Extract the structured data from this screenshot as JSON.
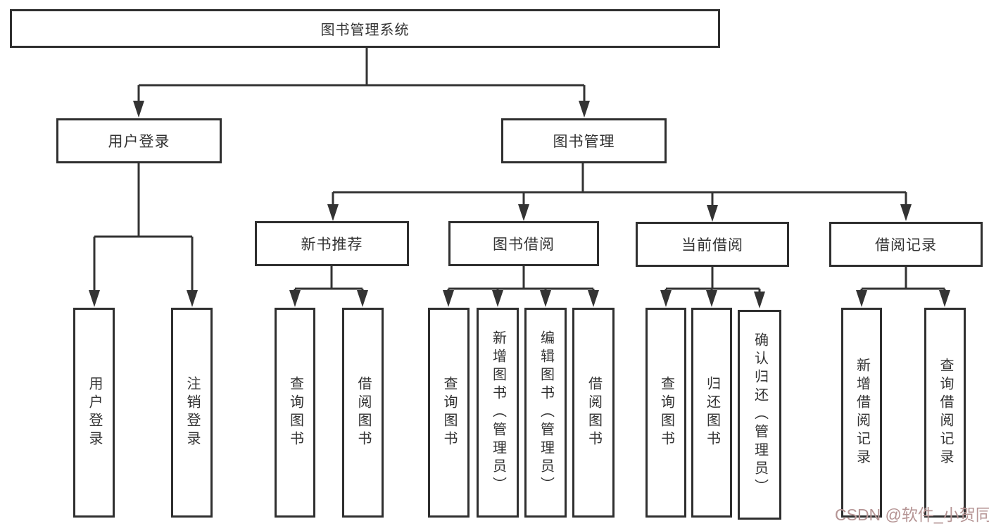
{
  "tree": {
    "root": {
      "label": "图书管理系统"
    },
    "branches": [
      {
        "label": "用户登录",
        "children": [
          {
            "label": "用户登录"
          },
          {
            "label": "注销登录"
          }
        ]
      },
      {
        "label": "图书管理",
        "children": [
          {
            "label": "新书推荐",
            "children": [
              {
                "label": "查询图书"
              },
              {
                "label": "借阅图书"
              }
            ]
          },
          {
            "label": "图书借阅",
            "children": [
              {
                "label": "查询图书"
              },
              {
                "label": "新增图书（管理员）"
              },
              {
                "label": "编辑图书（管理员）"
              },
              {
                "label": "借阅图书"
              }
            ]
          },
          {
            "label": "当前借阅",
            "children": [
              {
                "label": "查询图书"
              },
              {
                "label": "归还图书"
              },
              {
                "label": "确认归还（管理员）"
              }
            ]
          },
          {
            "label": "借阅记录",
            "children": [
              {
                "label": "新增借阅记录"
              },
              {
                "label": "查询借阅记录"
              }
            ]
          }
        ]
      }
    ]
  },
  "watermark": "CSDN @软件_小贺同学",
  "colors": {
    "line": "#333333",
    "box_border": "#2f2f2f",
    "text": "#333333",
    "watermark": "#b59494",
    "background": "#ffffff"
  }
}
